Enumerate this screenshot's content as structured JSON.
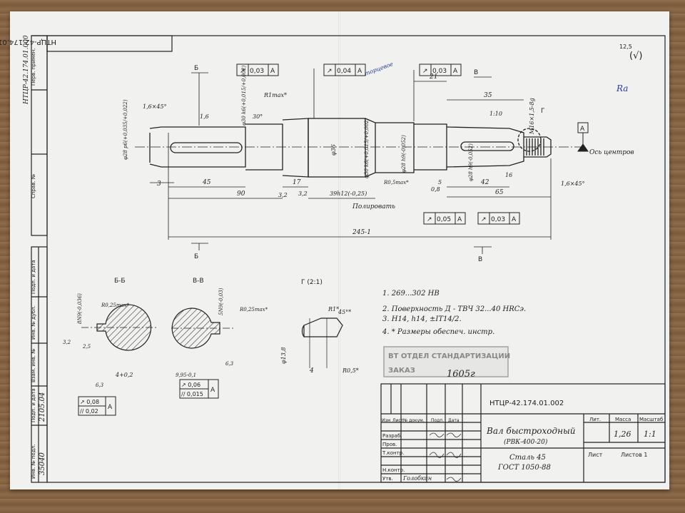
{
  "frame": {
    "top_code": "НТЦР-42.174.01.002",
    "side_labels": [
      "Перв. примен.",
      "Справ. №",
      "Подп. и дата",
      "Инв. № дубл.",
      "Взам. инв. №",
      "Подп. и дата",
      "Инв. № подл."
    ],
    "side_primary_code": "НТЦР-42.174.01.000",
    "inv_value": "35040",
    "sign_date": "2105.04"
  },
  "roughness": {
    "corner": "12,5",
    "other": "Ra"
  },
  "dims": {
    "chamfer_left": "1,6×45°",
    "chamfer_right": "1,6×45°",
    "d_left": "φ28 p6(+0,035/+0,022)",
    "d_mid1": "φ30 k6(+0,015/+0,002)",
    "d_collar": "φ36",
    "d_mid2": "φ30 k6(+0,015/+0,002)",
    "d_mid3": "φ28 h9(-0,052)",
    "d_cone": "φ28 h9(-0,052)",
    "thread": "M16×1,5-8g",
    "taper": "1:10",
    "r_max": "R1max*",
    "r_fillet": "R0,5max*",
    "l3": "3",
    "l45": "45",
    "l90": "90",
    "l17": "17",
    "l32": "3,2",
    "l39": "39h12(-0,25)",
    "l21": "21",
    "l35": "35",
    "l42": "42",
    "l65": "65",
    "l245": "245-1",
    "l5": "5",
    "l16": "16",
    "rough_16": "1,6",
    "rough_08": "0,8",
    "rough_32": "3,2",
    "angle_30": "30°",
    "polish": "Полировать",
    "axis": "Ось центров",
    "handnote": "торцевое"
  },
  "tol_frames": [
    {
      "sym": "↗",
      "val": "0,03",
      "base": "А"
    },
    {
      "sym": "↗",
      "val": "0,04",
      "base": "А"
    },
    {
      "sym": "↗",
      "val": "0,03",
      "base": "А"
    },
    {
      "sym": "↗",
      "val": "0,05",
      "base": "А"
    },
    {
      "sym": "↗",
      "val": "0,03",
      "base": "А"
    }
  ],
  "datum_a": "А",
  "section_labels": {
    "b": "Б",
    "v": "В",
    "bb": "Б-Б",
    "vv": "В-В",
    "g": "Г (2:1)",
    "g_mark": "Г"
  },
  "section_bb": {
    "key": "8N9(-0,036)",
    "r": "R0,25max*",
    "w": "4+0,2",
    "h": "3,2",
    "ch": "6,3",
    "d": "2,5",
    "tol1": "↗ 0,08",
    "tol2": "// 0,02",
    "base": "А"
  },
  "section_vv": {
    "key": "5N9(-0,03)",
    "r": "R0,25max*",
    "w": "9,95-0,1",
    "h": "6,3",
    "tol1": "↗ 0,06",
    "tol2": "// 0,015",
    "base": "А"
  },
  "section_g": {
    "r1": "R1*",
    "a": "45°*",
    "d": "φ13,8",
    "w": "4",
    "r2": "R0,5*"
  },
  "notes": [
    "1. 269...302 HB",
    "2. Поверхность Д - ТВЧ 32...40 HRCэ.",
    "3. H14, h14, ±IT14/2.",
    "4. * Размеры обеспеч. инстр."
  ],
  "stamp": {
    "line1": "ВТ ОТДЕЛ СТАНДАРТИЗАЦИИ",
    "line2": "ЗАКАЗ",
    "handwritten": "1605г"
  },
  "title_block": {
    "code": "НТЦР-42.174.01.002",
    "name1": "Вал быстроходный",
    "name2": "(РВК-400-20)",
    "material1": "Сталь 45",
    "material2": "ГОСТ 1050-88",
    "hdr_lit": "Лит.",
    "hdr_mass": "Масса",
    "hdr_scale": "Масштаб",
    "mass": "1,26",
    "scale": "1:1",
    "sheet": "Лист",
    "sheets": "Листов 1",
    "cols": [
      "Изм",
      "Лист",
      "№ докум.",
      "Подп.",
      "Дата"
    ],
    "rows": [
      "Разраб.",
      "Пров.",
      "Т.контр.",
      "",
      "Н.контр.",
      "Утв."
    ],
    "approver": "Голобкин"
  }
}
